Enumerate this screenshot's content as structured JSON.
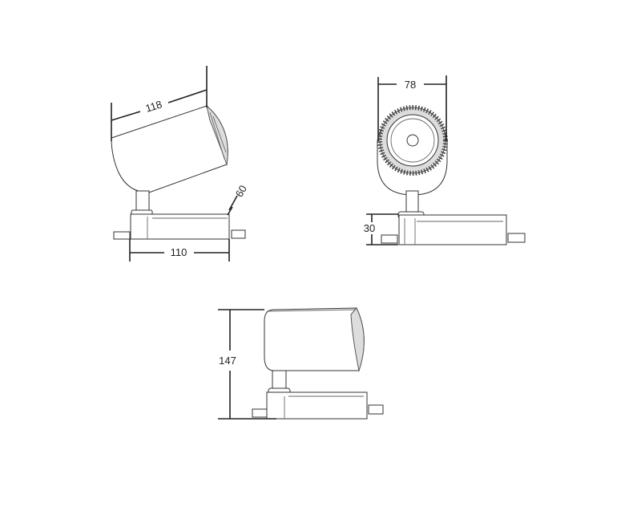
{
  "dimensions": {
    "side_tilted_length": "118",
    "side_tilted_depth": "60",
    "side_tilted_base_width": "110",
    "front_diameter": "78",
    "front_base_height": "30",
    "side_total_height": "147"
  }
}
